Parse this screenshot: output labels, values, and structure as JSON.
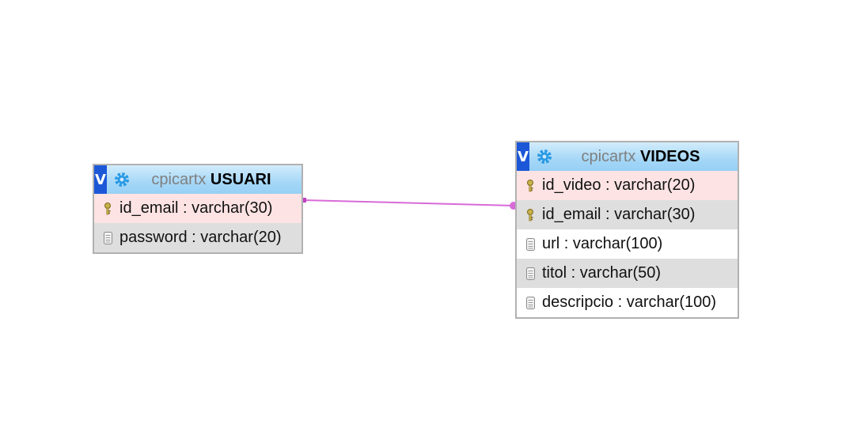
{
  "tables": [
    {
      "db": "cpicartx",
      "name": "USUARI",
      "toggle": "V",
      "columns": [
        {
          "label": "id_email : varchar(30)",
          "icon": "key-icon",
          "style": "pk"
        },
        {
          "label": "password : varchar(20)",
          "icon": "column-icon",
          "style": "alt"
        }
      ]
    },
    {
      "db": "cpicartx",
      "name": "VIDEOS",
      "toggle": "V",
      "columns": [
        {
          "label": "id_video : varchar(20)",
          "icon": "key-icon",
          "style": "pk"
        },
        {
          "label": "id_email : varchar(30)",
          "icon": "key-icon",
          "style": "alt"
        },
        {
          "label": "url : varchar(100)",
          "icon": "column-icon",
          "style": "plain"
        },
        {
          "label": "titol : varchar(50)",
          "icon": "column-icon",
          "style": "alt"
        },
        {
          "label": "descripcio : varchar(100)",
          "icon": "column-icon",
          "style": "plain"
        }
      ]
    }
  ],
  "relation": {
    "from": "USUARI.id_email",
    "to": "VIDEOS.id_email",
    "color": "#d86ad8"
  },
  "colors": {
    "header_blue": "#a5d7f7",
    "toggle_blue": "#1c57d8",
    "pk_row": "#fde3e3",
    "alt_row": "#dedede",
    "gear": "#2a9ae6"
  }
}
